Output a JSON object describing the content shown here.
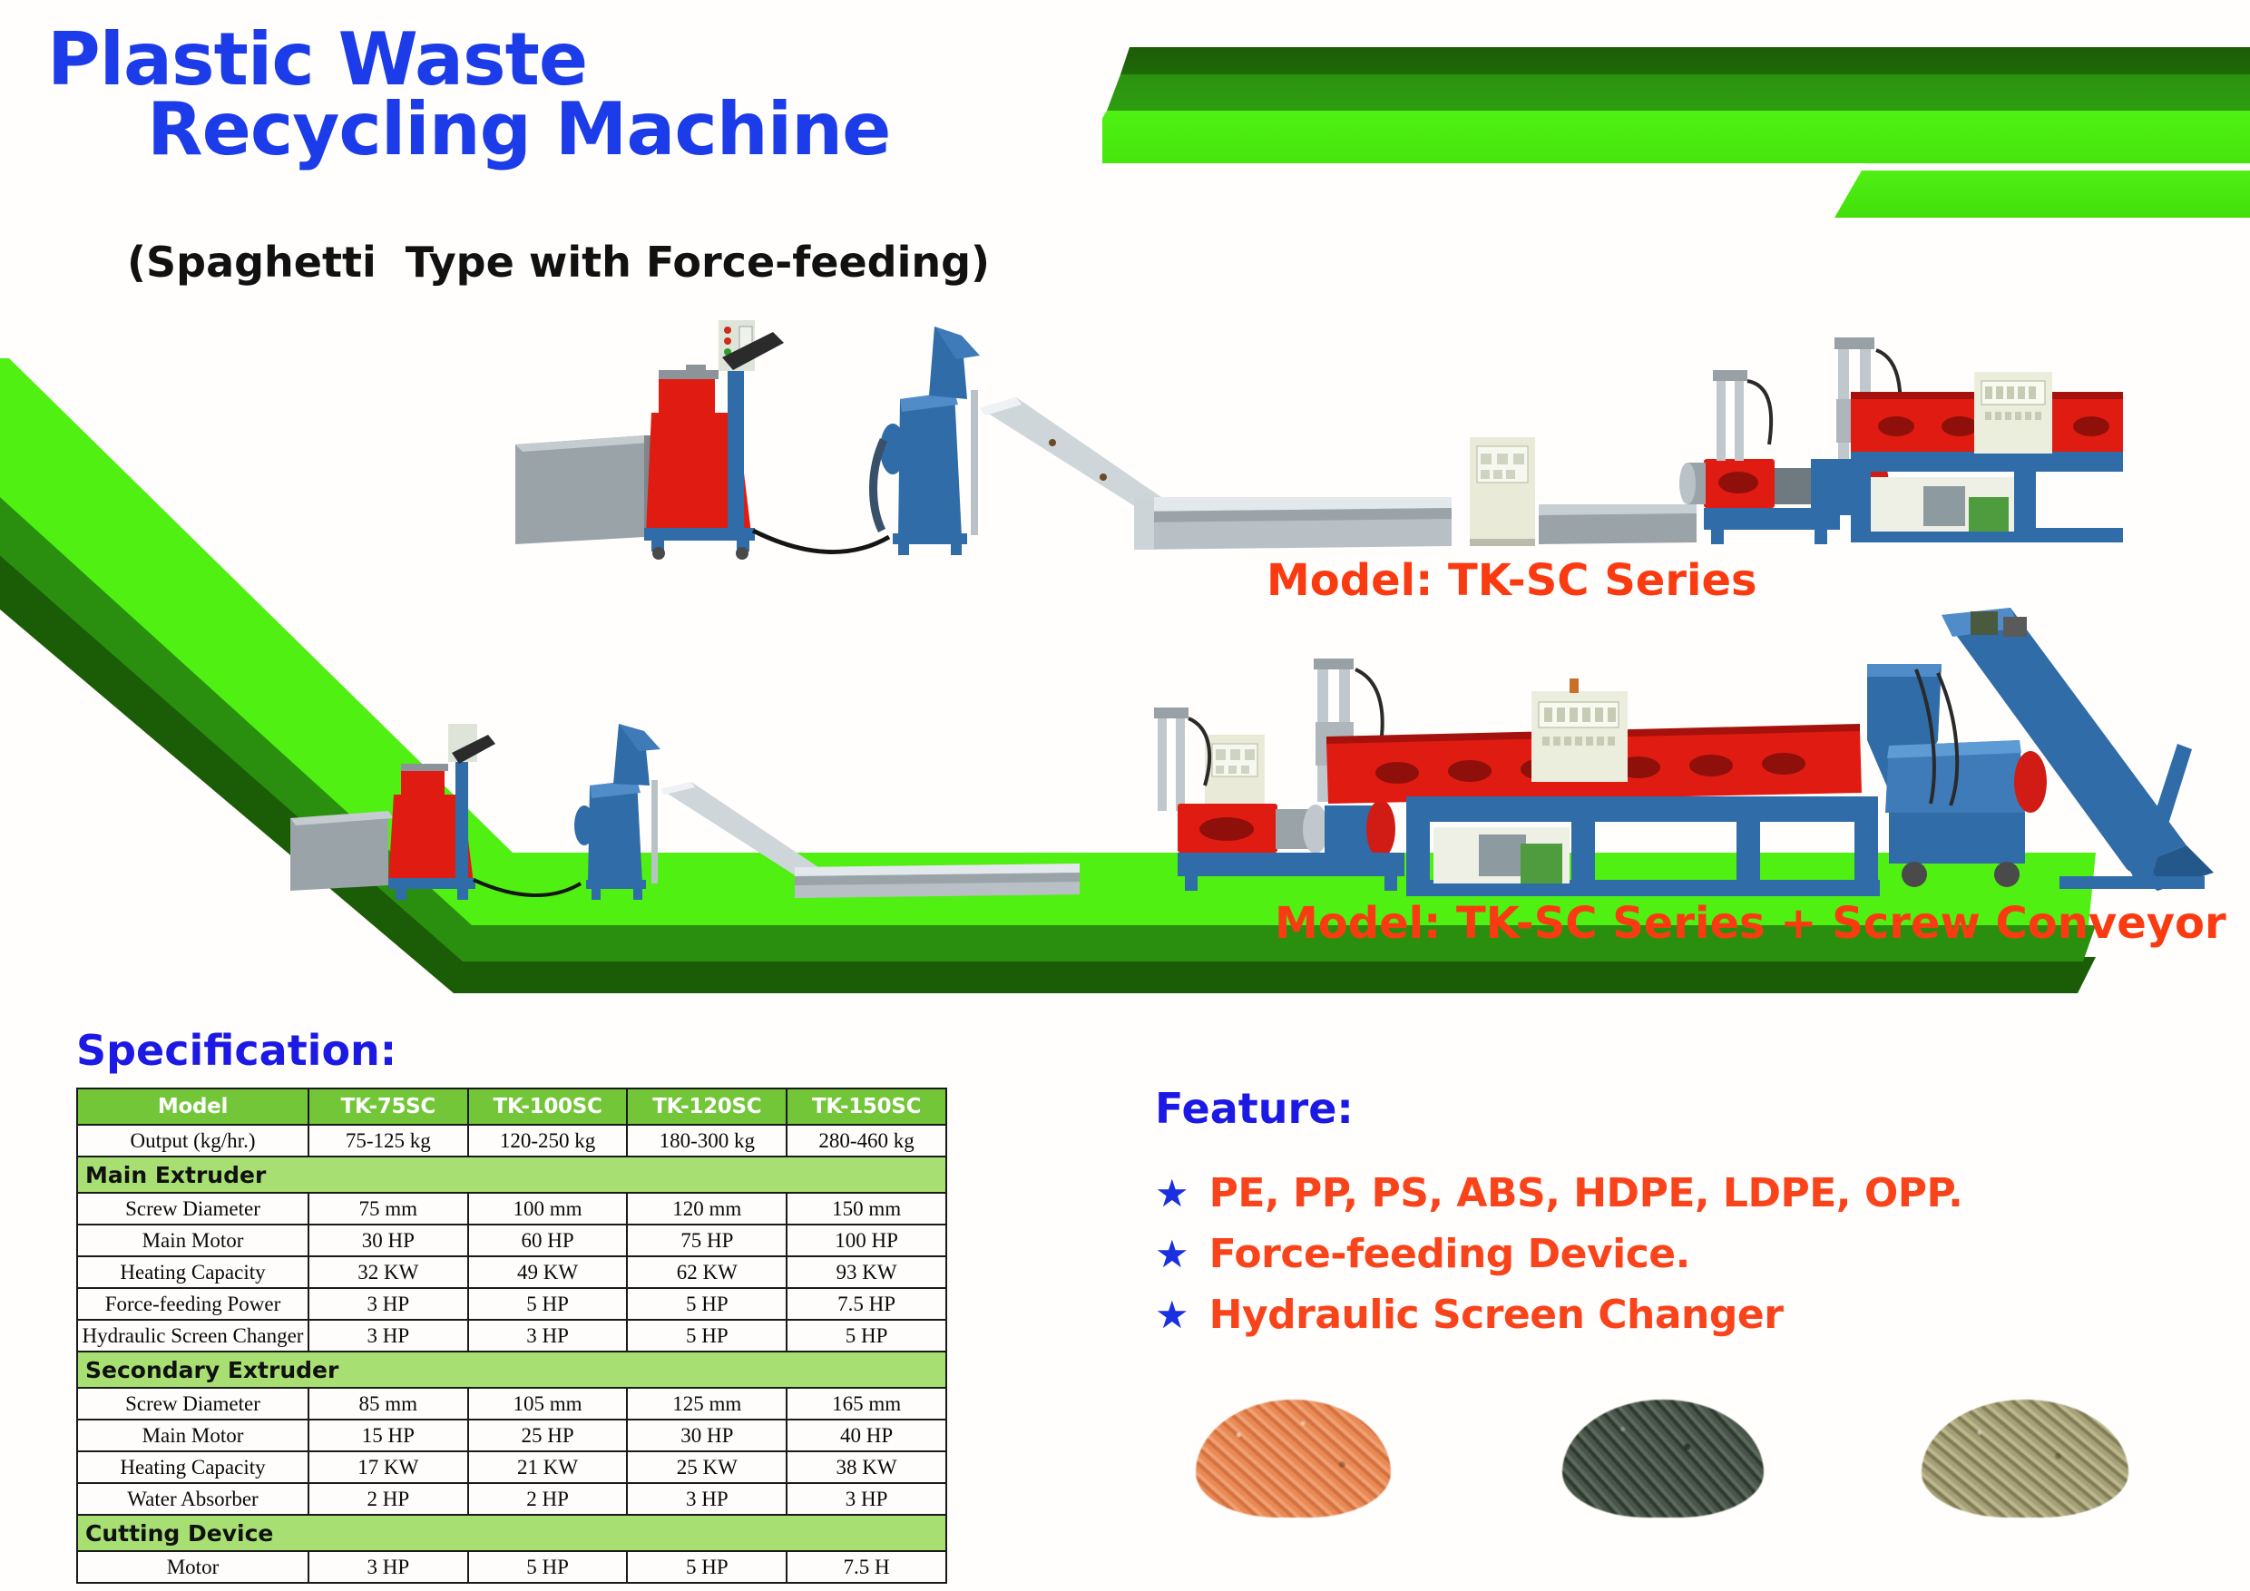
{
  "header": {
    "title_line1": "Plastic Waste",
    "title_line2": "Recycling Machine",
    "subtitle": "(Spaghetti  Type with Force-feeding)",
    "title_color": "#1b3ce8",
    "accent_green": "#4ff012"
  },
  "photos": [
    {
      "caption": "Model: TK-SC Series",
      "caption_color": "#fa3b12",
      "alt": "plastic-recycling-line-photo"
    },
    {
      "caption": "Model: TK-SC Series + Screw Conveyor",
      "caption_color": "#fa3b12",
      "alt": "plastic-recycling-line-with-screw-conveyor-photo"
    }
  ],
  "specification": {
    "heading": "Specification:",
    "header_row": [
      "Model",
      "TK-75SC",
      "TK-100SC",
      "TK-120SC",
      "TK-150SC"
    ],
    "rows": [
      {
        "type": "data",
        "label": "Output (kg/hr.)",
        "values": [
          "75-125 kg",
          "120-250 kg",
          "180-300 kg",
          "280-460 kg"
        ]
      },
      {
        "type": "group",
        "label": "Main Extruder"
      },
      {
        "type": "data",
        "label": "Screw Diameter",
        "values": [
          "75 mm",
          "100 mm",
          "120 mm",
          "150 mm"
        ]
      },
      {
        "type": "data",
        "label": "Main Motor",
        "values": [
          "30 HP",
          "60 HP",
          "75 HP",
          "100 HP"
        ]
      },
      {
        "type": "data",
        "label": "Heating Capacity",
        "values": [
          "32 KW",
          "49 KW",
          "62 KW",
          "93 KW"
        ]
      },
      {
        "type": "data",
        "label": "Force-feeding Power",
        "values": [
          "3 HP",
          "5 HP",
          "5 HP",
          "7.5 HP"
        ]
      },
      {
        "type": "data",
        "label": "Hydraulic Screen Changer",
        "values": [
          "3 HP",
          "3 HP",
          "5 HP",
          "5 HP"
        ]
      },
      {
        "type": "group",
        "label": "Secondary Extruder"
      },
      {
        "type": "data",
        "label": "Screw Diameter",
        "values": [
          "85 mm",
          "105 mm",
          "125 mm",
          "165 mm"
        ]
      },
      {
        "type": "data",
        "label": "Main Motor",
        "values": [
          "15 HP",
          "25 HP",
          "30 HP",
          "40 HP"
        ]
      },
      {
        "type": "data",
        "label": "Heating Capacity",
        "values": [
          "17 KW",
          "21 KW",
          "25 KW",
          "38 KW"
        ]
      },
      {
        "type": "data",
        "label": "Water Absorber",
        "values": [
          "2 HP",
          "2 HP",
          "3 HP",
          "3 HP"
        ]
      },
      {
        "type": "group",
        "label": "Cutting Device"
      },
      {
        "type": "data",
        "label": "Motor",
        "values": [
          "3 HP",
          "5 HP",
          "5 HP",
          "7.5 H"
        ]
      }
    ],
    "header_bg": "#72c637",
    "group_bg": "#a7df72"
  },
  "feature": {
    "heading": "Feature:",
    "heading_color": "#1b19e3",
    "bullet_glyph": "★",
    "bullet_color": "#1a2fe0",
    "text_color": "#f9431a",
    "items": [
      "PE, PP, PS, ABS, HDPE, LDPE, OPP.",
      "Force-feeding Device.",
      "Hydraulic Screen Changer"
    ]
  },
  "pellets": [
    {
      "name": "orange-plastic-pellets"
    },
    {
      "name": "dark-grey-plastic-pellets"
    },
    {
      "name": "olive-plastic-pellets"
    }
  ]
}
